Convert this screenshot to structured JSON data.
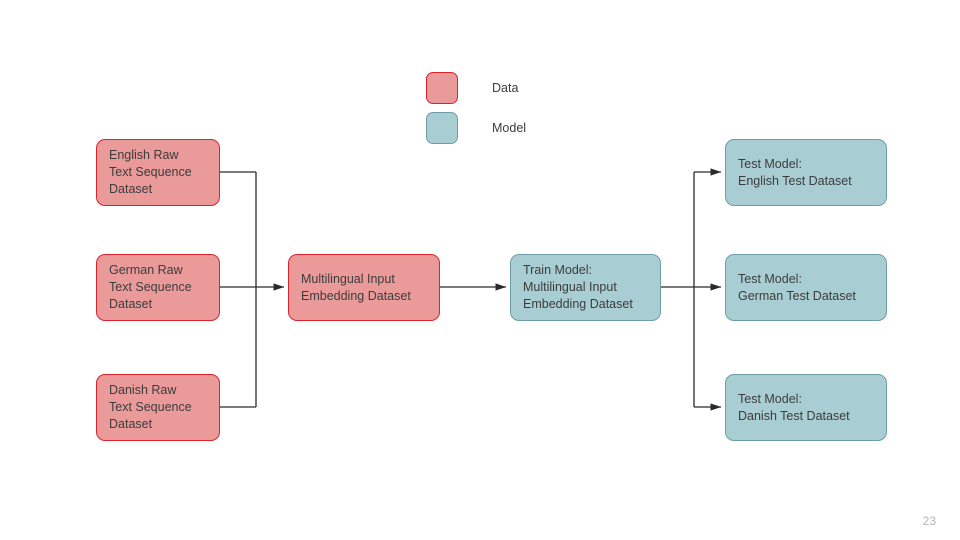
{
  "slide": {
    "page_number": "23",
    "background_color": "#ffffff"
  },
  "colors": {
    "data_fill": "#eb9a9a",
    "data_border": "#d9232e",
    "model_fill": "#a8cdd3",
    "model_border": "#6f9ea7",
    "connector": "#2b2b2b",
    "text": "#3c3c3c",
    "page_number": "#b4b4b4"
  },
  "legend": {
    "items": [
      {
        "label": "Data",
        "kind": "data",
        "swatch_name": "legend-swatch-data"
      },
      {
        "label": "Model",
        "kind": "model",
        "swatch_name": "legend-swatch-model"
      }
    ]
  },
  "diagram": {
    "type": "flowchart",
    "sources": [
      {
        "id": "english-raw",
        "kind": "data",
        "lines": [
          "English Raw",
          "Text Sequence",
          "Dataset"
        ]
      },
      {
        "id": "german-raw",
        "kind": "data",
        "lines": [
          "German Raw",
          "Text Sequence",
          "Dataset"
        ]
      },
      {
        "id": "danish-raw",
        "kind": "data",
        "lines": [
          "Danish Raw",
          "Text Sequence",
          "Dataset"
        ]
      }
    ],
    "merge": {
      "id": "multilingual-embedding",
      "kind": "data",
      "lines": [
        "Multilingual Input",
        "Embedding Dataset"
      ]
    },
    "train": {
      "id": "train-model",
      "kind": "model",
      "lines": [
        "Train Model:",
        "Multilingual Input",
        "Embedding Dataset"
      ]
    },
    "tests": [
      {
        "id": "test-english",
        "kind": "model",
        "lines": [
          "Test Model:",
          "English Test Dataset"
        ]
      },
      {
        "id": "test-german",
        "kind": "model",
        "lines": [
          "Test Model:",
          "German Test Dataset"
        ]
      },
      {
        "id": "test-danish",
        "kind": "model",
        "lines": [
          "Test Model:",
          "Danish Test Dataset"
        ]
      }
    ],
    "flow_description": "Three raw text sequence datasets merge into a multilingual input embedding dataset, which trains a model that is then tested on three language-specific test datasets."
  }
}
